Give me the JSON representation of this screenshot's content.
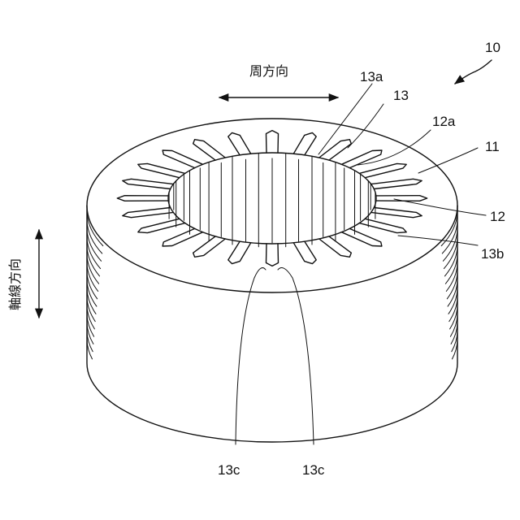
{
  "labels": {
    "ref_10": "10",
    "ref_11": "11",
    "ref_12": "12",
    "ref_12a": "12a",
    "ref_13": "13",
    "ref_13a": "13a",
    "ref_13b": "13b",
    "ref_13c_left": "13c",
    "ref_13c_right": "13c",
    "circumferential": "周方向",
    "axial": "軸線方向"
  },
  "core": {
    "slot_count": 24,
    "lamination_lines_per_side": 16
  }
}
